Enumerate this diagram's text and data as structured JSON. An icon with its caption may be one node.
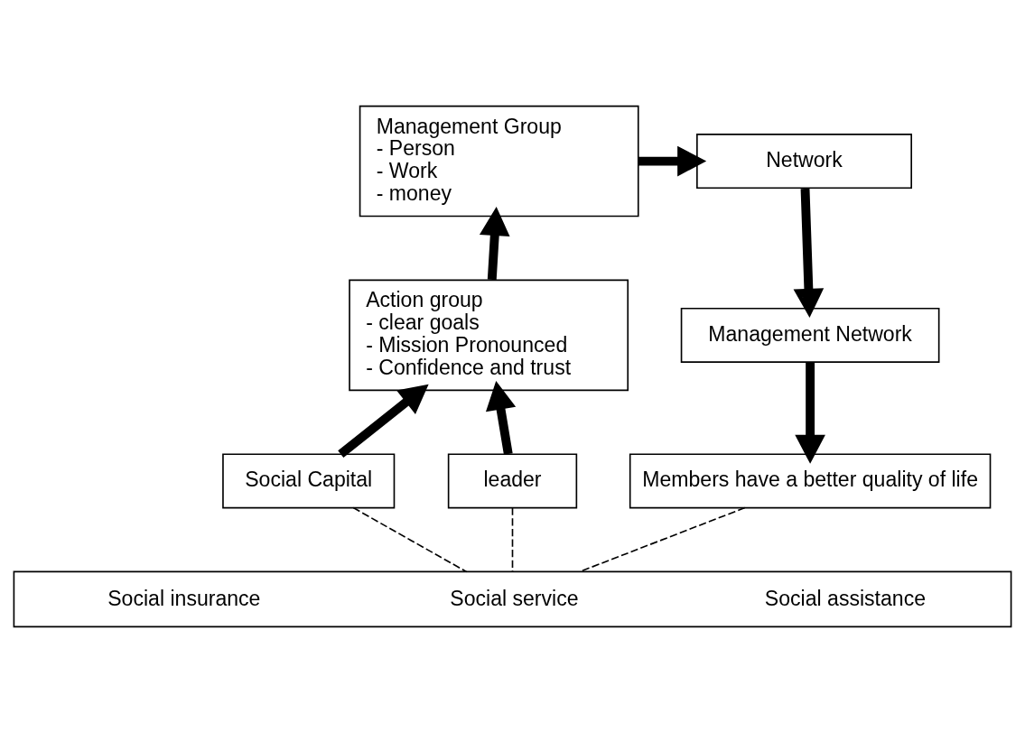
{
  "diagram": {
    "nodes": [
      {
        "text": [
          "Management Group",
          "- Person",
          "- Work",
          "- money"
        ]
      },
      {
        "text": [
          "Network"
        ]
      },
      {
        "text": [
          "Management Network"
        ]
      },
      {
        "text": [
          "Members have a better quality of life"
        ]
      },
      {
        "text": [
          "Action group",
          "- clear goals",
          "- Mission Pronounced",
          "- Confidence and trust"
        ]
      },
      {
        "text": [
          "Social Capital"
        ]
      },
      {
        "text": [
          "leader"
        ]
      },
      {
        "text": [
          "Social insurance",
          "Social service",
          "Social assistance"
        ]
      }
    ],
    "edges": [
      {
        "from": 0,
        "to": 1,
        "arrow": "to"
      },
      {
        "from": 1,
        "to": 2,
        "arrow": "to"
      },
      {
        "from": 2,
        "to": 3,
        "arrow": "to"
      },
      {
        "from": 4,
        "to": 0,
        "arrow": "to"
      },
      {
        "from": 5,
        "to": 4,
        "arrow": "to"
      },
      {
        "from": 6,
        "to": 4,
        "arrow": "to"
      },
      {
        "from": 5,
        "to": 7,
        "arrow": "none",
        "style": "dashed"
      },
      {
        "from": 6,
        "to": 7,
        "arrow": "none",
        "style": "dashed"
      },
      {
        "from": 3,
        "to": 7,
        "arrow": "none",
        "style": "dashed"
      }
    ]
  }
}
